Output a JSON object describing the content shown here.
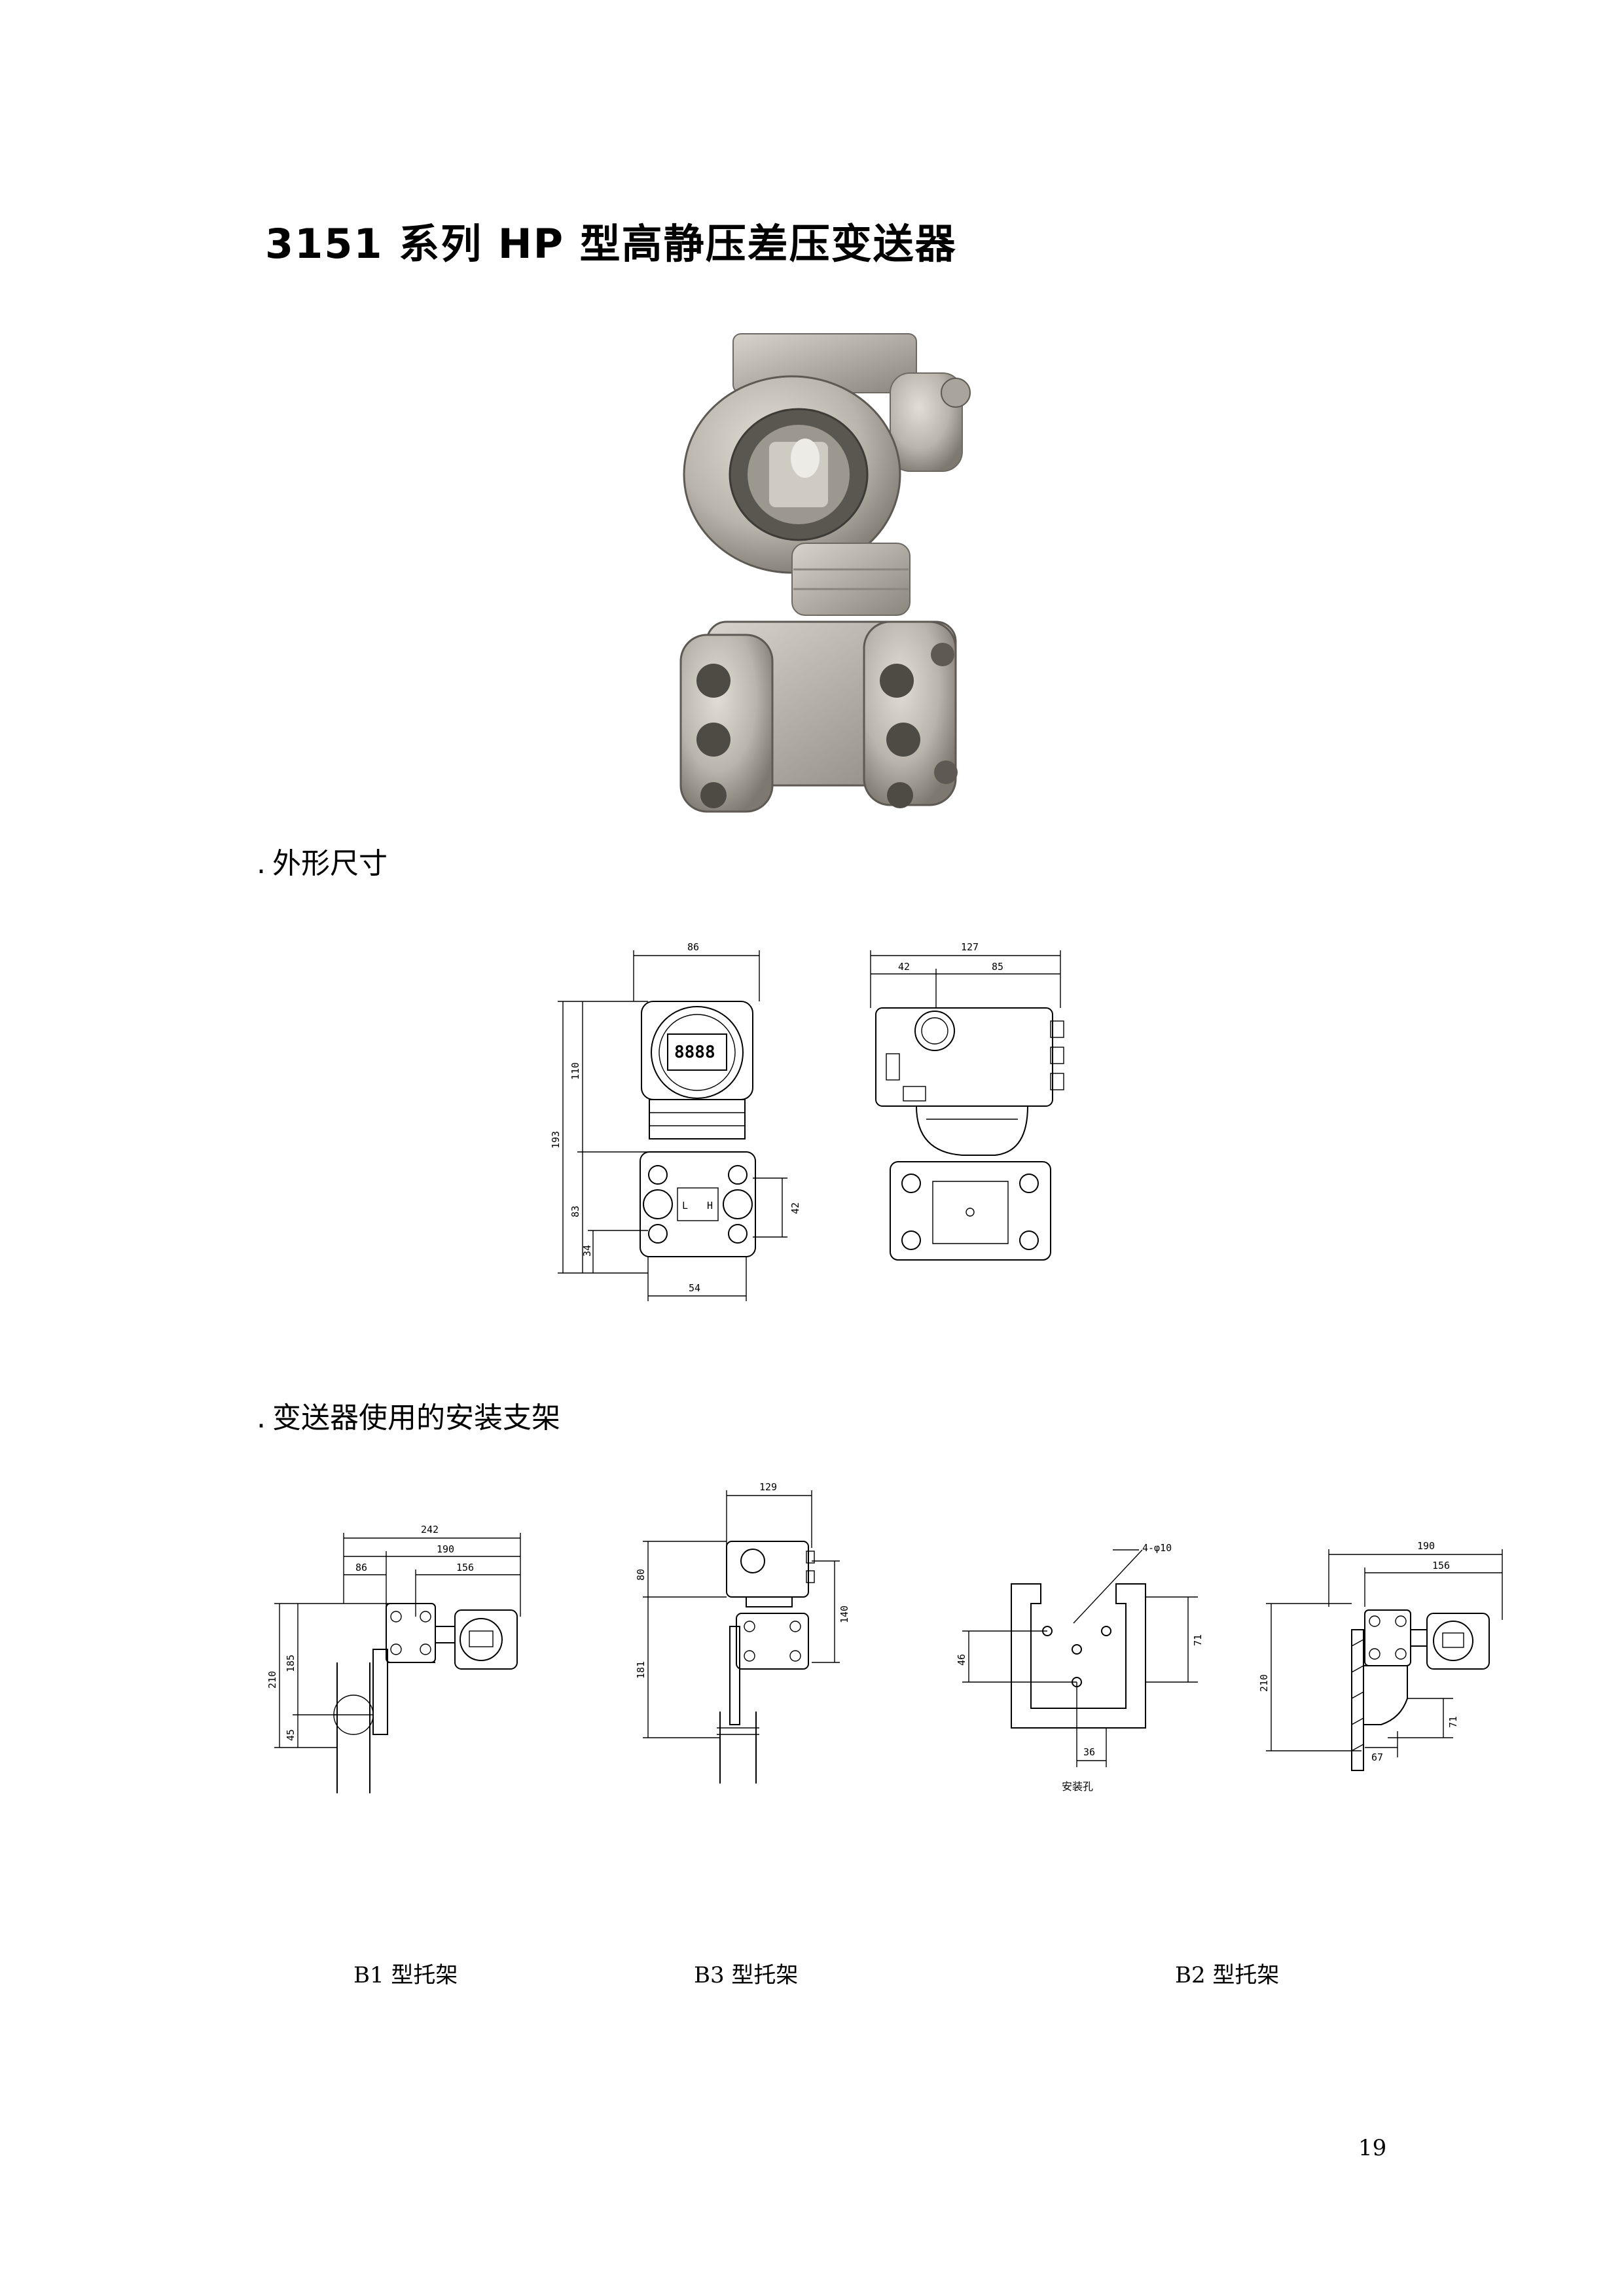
{
  "page": {
    "title": "3151 系列 HP 型高静压差压变送器",
    "page_number": "19"
  },
  "sections": {
    "outline_dimensions": {
      "bullet": ".",
      "label": "外形尺寸"
    },
    "mounting_brackets": {
      "bullet": ".",
      "label": "变送器使用的安装支架"
    }
  },
  "drawings": {
    "front_view": {
      "width_top": "86",
      "height_total": "193",
      "height_upper": "110",
      "height_lower": "83",
      "height_small": "34",
      "flange_height": "42",
      "width_bottom": "54",
      "display": "8888",
      "L": "L",
      "H": "H"
    },
    "side_view": {
      "width_total": "127",
      "width_left": "42",
      "width_right": "85"
    },
    "b1": {
      "w1": "242",
      "w2": "190",
      "w3": "156",
      "w4": "86",
      "h1": "210",
      "h2": "185",
      "h3": "45"
    },
    "b3": {
      "w1": "129",
      "h1": "80",
      "h2": "140",
      "h3": "181"
    },
    "holes": {
      "holes_label": "4-φ10",
      "h1": "46",
      "h2": "71",
      "w1": "36",
      "caption": "安装孔"
    },
    "b2": {
      "w1": "190",
      "w2": "156",
      "h1": "210",
      "h2": "71",
      "w3": "67"
    }
  },
  "captions": {
    "b1": "B1  型托架",
    "b3": "B3  型托架",
    "b2": "B2  型托架"
  },
  "colors": {
    "ink": "#000000",
    "photo_metal": "#b9b5ac",
    "photo_shadow": "#6e6a63",
    "paper": "#ffffff"
  }
}
